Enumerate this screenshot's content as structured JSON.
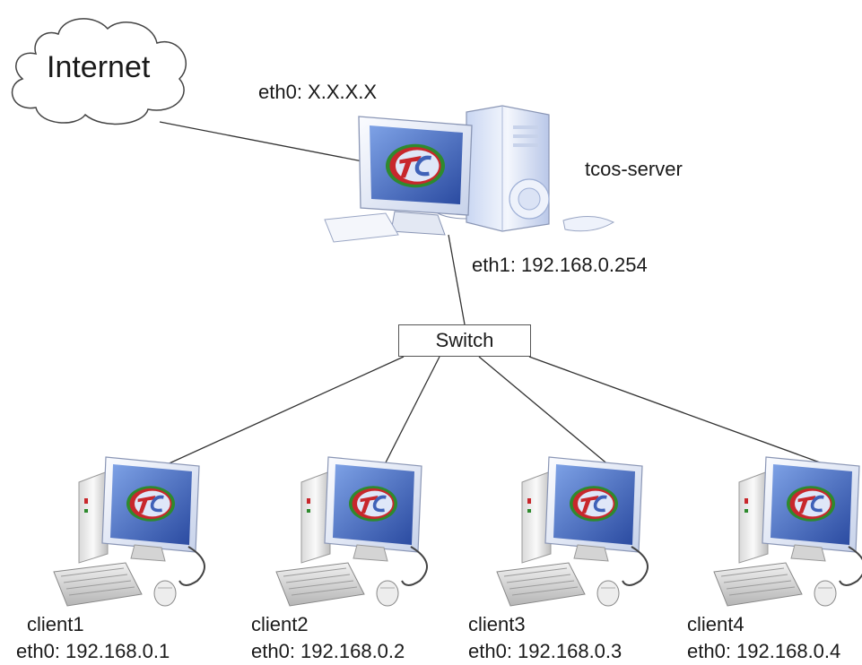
{
  "internet": {
    "label": "Internet"
  },
  "server": {
    "name": "tcos-server",
    "eth0": "eth0: X.X.X.X",
    "eth1": "eth1: 192.168.0.254"
  },
  "switch": {
    "label": "Switch"
  },
  "clients": [
    {
      "name": "client1",
      "ip": "eth0: 192.168.0.1"
    },
    {
      "name": "client2",
      "ip": "eth0: 192.168.0.2"
    },
    {
      "name": "client3",
      "ip": "eth0: 192.168.0.3"
    },
    {
      "name": "client4",
      "ip": "eth0: 192.168.0.4"
    }
  ],
  "icons": {
    "cloud": "internet-cloud-icon",
    "server": "server-computer-icon",
    "client": "client-computer-icon",
    "logo": "tcos-logo-icon"
  },
  "colors": {
    "line": "#333333",
    "monitor_frame": "#e9eef7",
    "screen": "#3f62b8",
    "logo_red": "#c8272c",
    "logo_green": "#2e8a2e"
  }
}
